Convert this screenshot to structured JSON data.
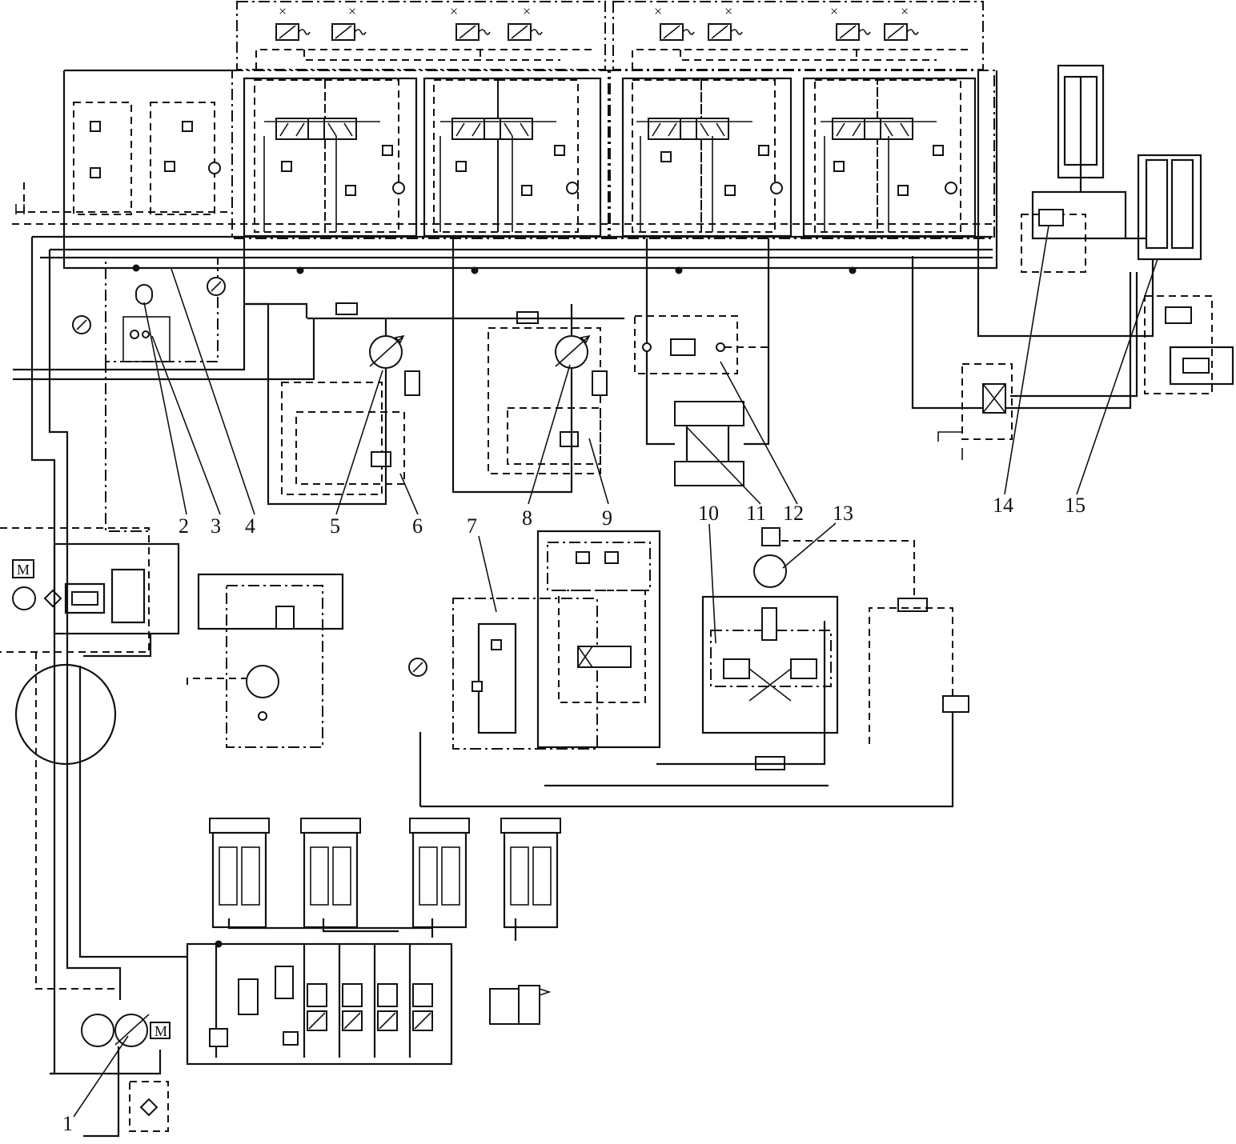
{
  "diagram": {
    "callouts": [
      "1",
      "2",
      "3",
      "4",
      "5",
      "6",
      "7",
      "8",
      "9",
      "10",
      "11",
      "12",
      "13",
      "14",
      "15"
    ],
    "motor_label": "M",
    "colors": {
      "line": "#111111",
      "background": "#ffffff"
    }
  }
}
